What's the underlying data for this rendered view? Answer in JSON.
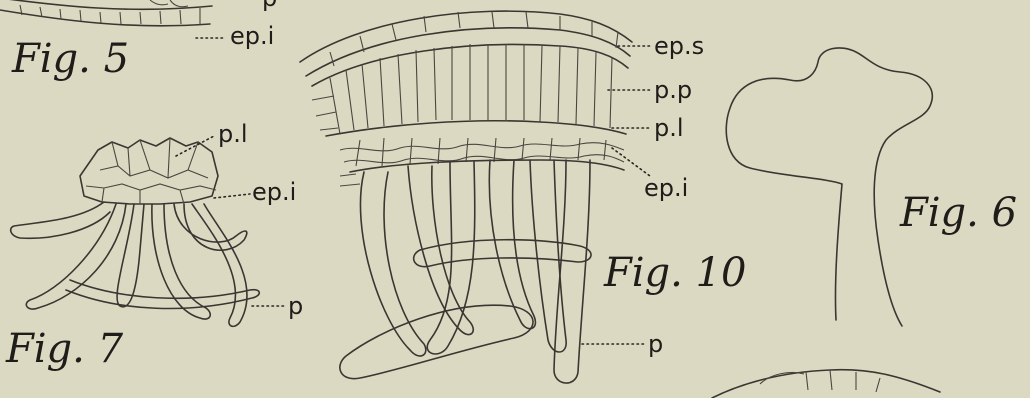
{
  "figures": {
    "fig5": {
      "title": "Fig. 5",
      "labels": {
        "ep_i": "ep.i",
        "p_partial": "p"
      }
    },
    "fig6": {
      "title": "Fig. 6"
    },
    "fig7": {
      "title": "Fig. 7",
      "labels": {
        "p_l": "p.l",
        "ep_i": "ep.i",
        "p": "p"
      }
    },
    "fig10": {
      "title": "Fig. 10",
      "labels": {
        "ep_s": "ep.s",
        "p_p": "p.p",
        "p_l": "p.l",
        "ep_i": "ep.i",
        "p": "p"
      }
    }
  },
  "colors": {
    "paper": "#dcd9c3",
    "ink": "#1f1d19",
    "line": "#3a3732"
  }
}
